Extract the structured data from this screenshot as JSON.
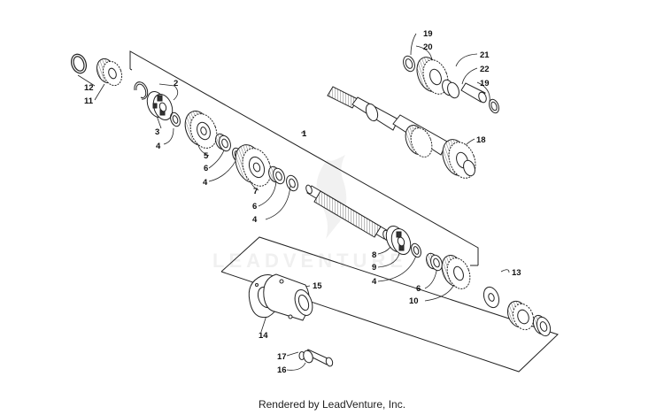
{
  "footer": {
    "text": "Rendered by LeadVenture, Inc."
  },
  "watermark": {
    "text": "LEADVENTURE"
  },
  "callouts": [
    "1",
    "2",
    "3",
    "4",
    "5",
    "6",
    "7",
    "8",
    "9",
    "10",
    "11",
    "12",
    "13",
    "14",
    "15",
    "16",
    "17",
    "18",
    "19",
    "20",
    "21",
    "22"
  ],
  "colors": {
    "line": "#222222",
    "background": "#ffffff",
    "watermark": "#e4e4e4"
  }
}
